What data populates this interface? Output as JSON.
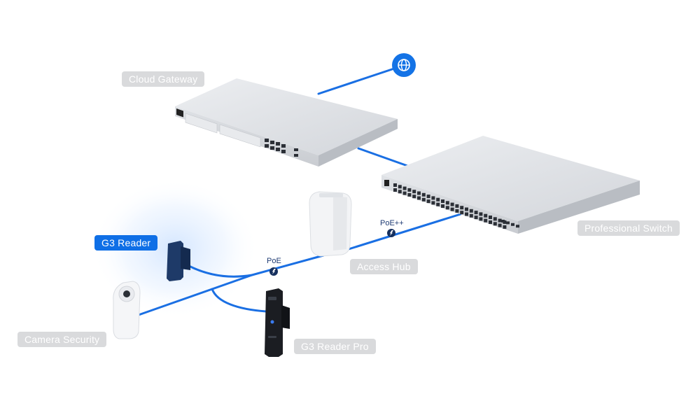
{
  "labels": {
    "cloud_gateway": "Cloud Gateway",
    "professional_switch": "Professional Switch",
    "access_hub": "Access Hub",
    "g3_reader": "G3 Reader",
    "g3_reader_pro": "G3 Reader Pro",
    "camera_security": "Camera Security"
  },
  "links": {
    "poe": "PoE",
    "poe_plus_plus": "PoE++"
  },
  "icons": {
    "internet": "globe-icon",
    "power": "lightning-bolt-icon"
  },
  "colors": {
    "cable": "#1a6fe3",
    "active_label": "#0f6fe6",
    "label": "#d9dadc",
    "globe": "#1473e6"
  }
}
